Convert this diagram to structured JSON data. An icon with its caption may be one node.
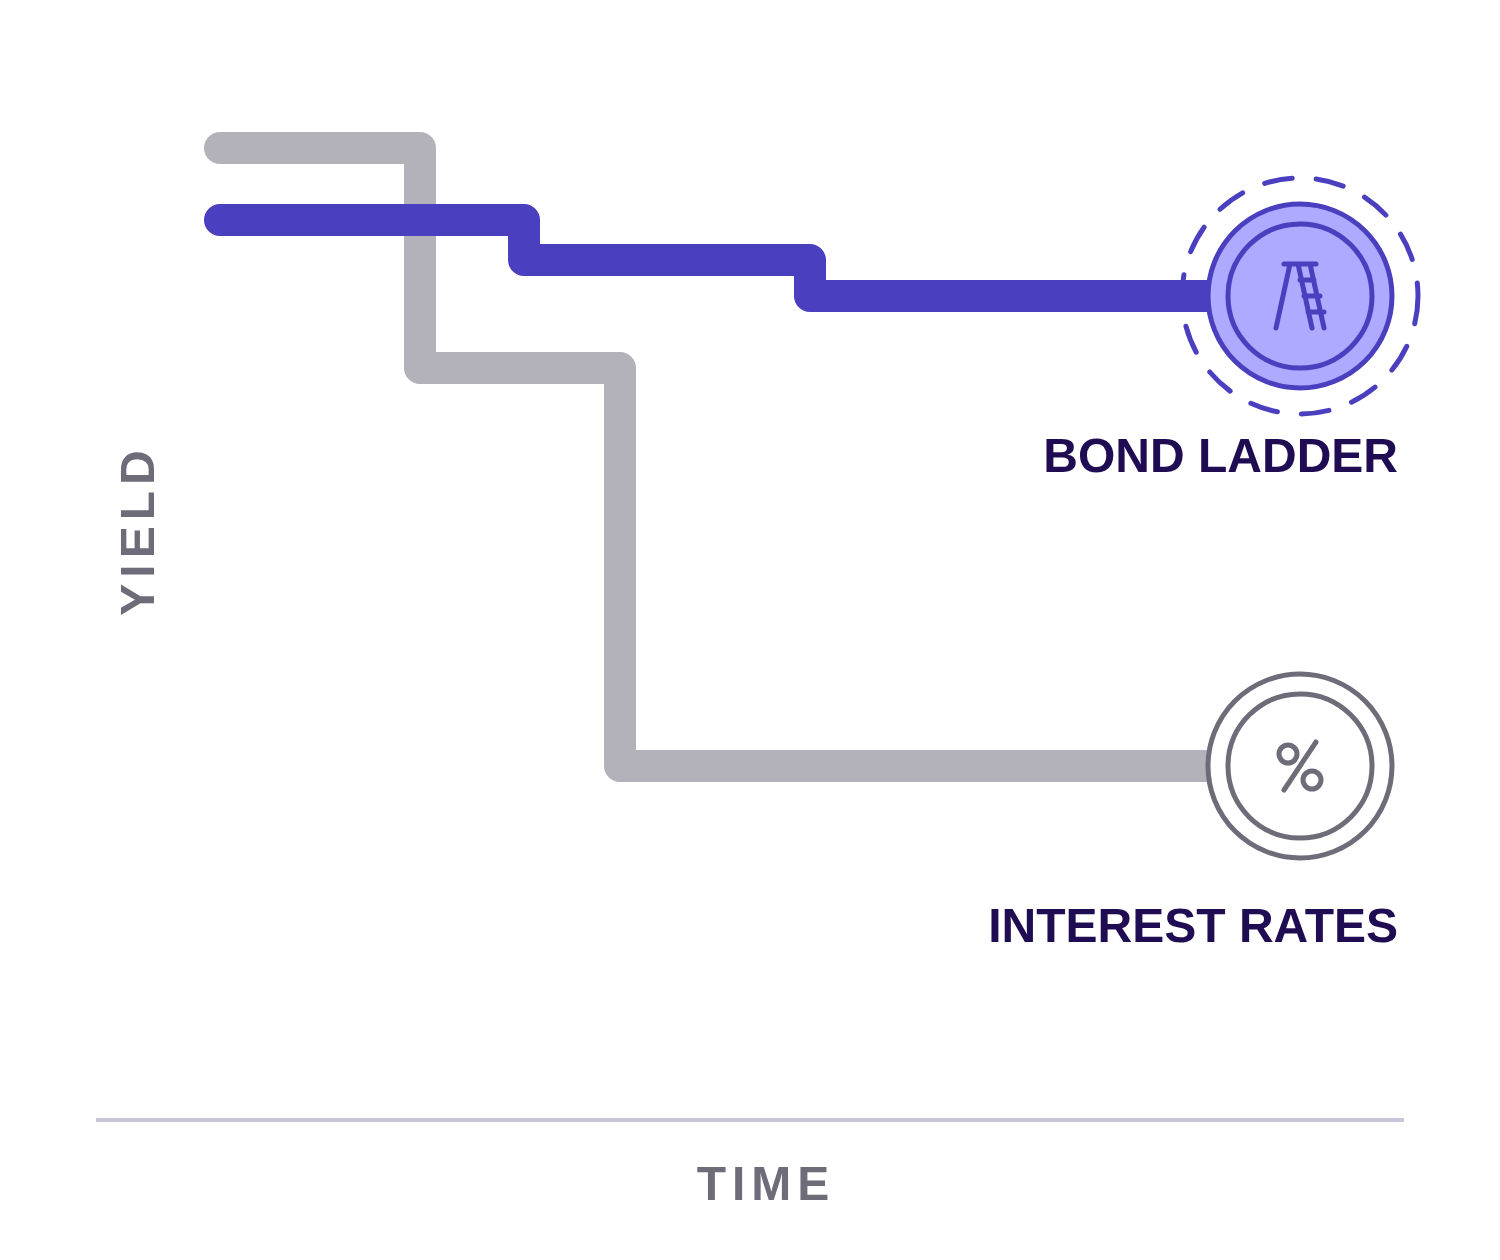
{
  "diagram": {
    "nodes": [
      {
        "text": [
          "BOND LADDER"
        ]
      },
      {
        "text": [
          "INTEREST RATES"
        ]
      }
    ],
    "edges": [
      {
        "from": null,
        "to": 1,
        "arrow": "none",
        "color": "#b3b2ba"
      },
      {
        "from": null,
        "to": 0,
        "arrow": "none",
        "color": "#4a3fbf"
      }
    ],
    "labels": [
      "YIELD",
      "TIME"
    ]
  }
}
